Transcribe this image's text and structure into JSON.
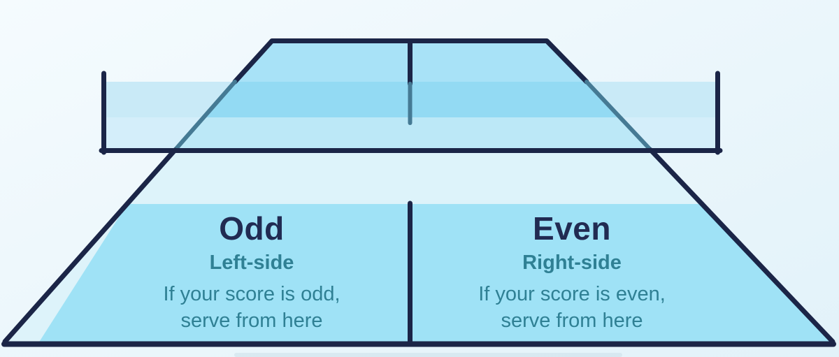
{
  "colors": {
    "background_top": "#f5fbfe",
    "background_bottom": "#e2f2f9",
    "navy": "#1b2547",
    "navy_text": "#212b52",
    "teal": "#2f8094",
    "line_behind_net": "#457a94",
    "court_blue": "#a8e2f7",
    "net_over_court_top": "#93daf3",
    "net_over_court_bottom": "#bce8f7",
    "net_outside_top": "#c9eaf7",
    "net_outside_bottom": "#d4eefa",
    "kitchen_light": "#ddf3fa",
    "service_box_blue": "#9fe2f6",
    "bottom_smudge": "#c9dde8"
  },
  "zones": {
    "left": {
      "title": "Odd",
      "subtitle": "Left-side",
      "caption1": "If your score is odd,",
      "caption2": "serve from here"
    },
    "right": {
      "title": "Even",
      "subtitle": "Right-side",
      "caption1": "If your score is even,",
      "caption2": "serve from here"
    }
  }
}
